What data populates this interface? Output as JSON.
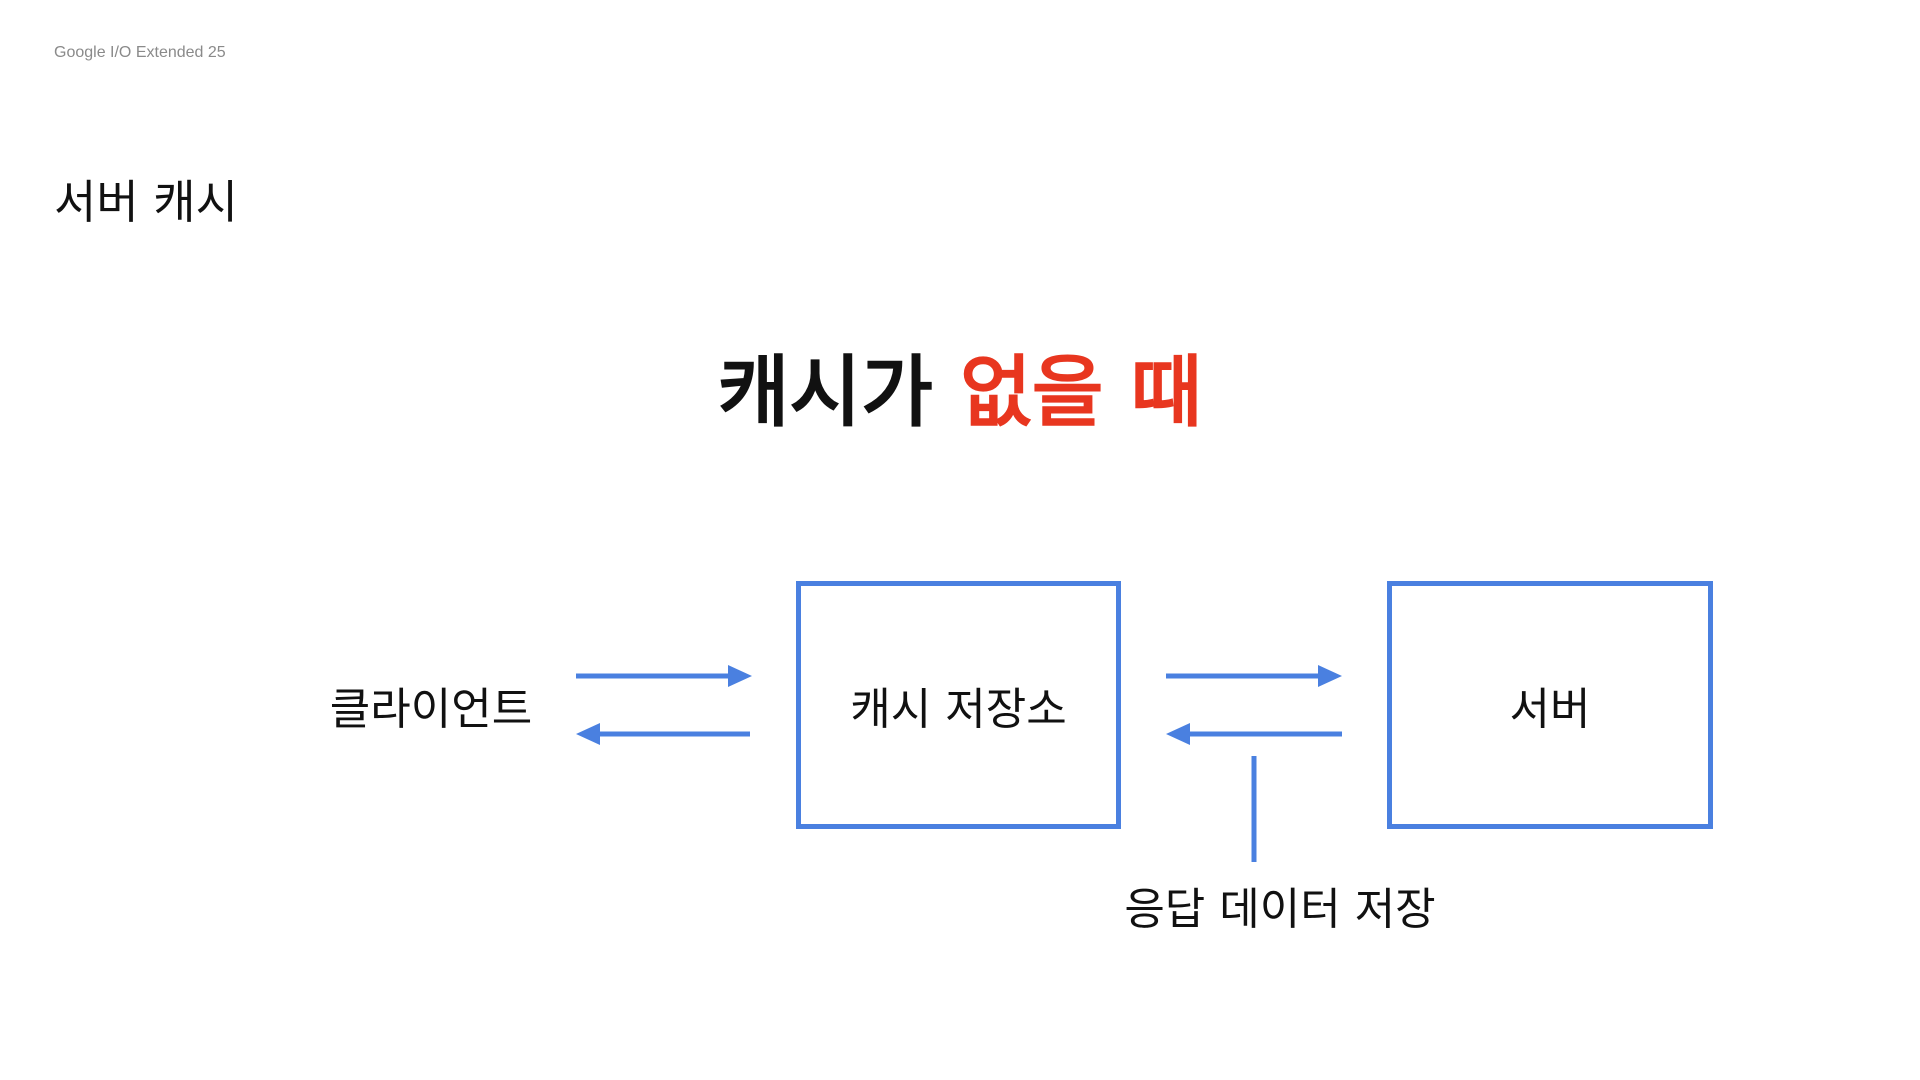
{
  "header": {
    "event_label": "Google I/O Extended 25"
  },
  "slide": {
    "title": "서버 캐시",
    "headline_main": "캐시가 ",
    "headline_accent": "없을 때"
  },
  "diagram": {
    "client_label": "클라이언트",
    "cache_label": "캐시 저장소",
    "server_label": "서버",
    "store_note": "응답 데이터 저장"
  },
  "colors": {
    "accent_red": "#e8361f",
    "diagram_blue": "#4a80e0",
    "text": "#111111",
    "muted": "#8a8a8a"
  }
}
